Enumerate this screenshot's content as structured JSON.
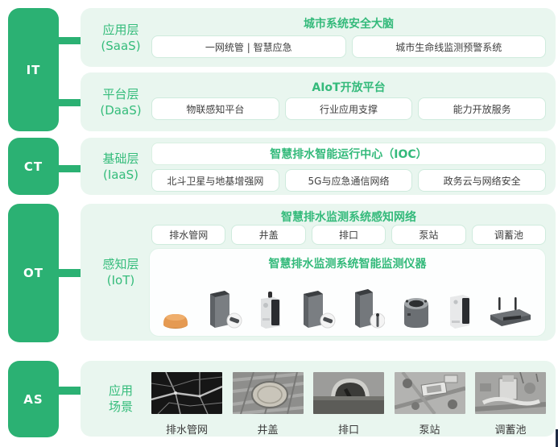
{
  "rail": {
    "items": [
      {
        "label": "IT"
      },
      {
        "label": "CT"
      },
      {
        "label": "OT"
      },
      {
        "label": "AS"
      }
    ]
  },
  "layers": {
    "saas": {
      "name": "应用层",
      "abbr": "(SaaS)",
      "heading": "城市系统安全大脑",
      "pills": [
        "一网统管 | 智慧应急",
        "城市生命线监测预警系统"
      ]
    },
    "daas": {
      "name": "平台层",
      "abbr": "(DaaS)",
      "heading": "AIoT开放平台",
      "pills": [
        "物联感知平台",
        "行业应用支撑",
        "能力开放服务"
      ]
    },
    "iaas": {
      "name": "基础层",
      "abbr": "(IaaS)",
      "heading": "智慧排水智能运行中心（IOC）",
      "pills": [
        "北斗卫星与地基增强网",
        "5G与应急通信网络",
        "政务云与网络安全"
      ]
    },
    "iot": {
      "name": "感知层",
      "abbr": "(IoT)",
      "heading": "智慧排水监测系统感知网络",
      "pills": [
        "排水管网",
        "井盖",
        "排口",
        "泵站",
        "调蓄池"
      ],
      "sub_heading": "智慧排水监测系统智能监测仪器",
      "devices": [
        "dome-sensor",
        "cabinet-sensor",
        "screen-monitor-device",
        "cabinet-sensor",
        "probe-cabinet-sensor",
        "well-cylinder-sensor",
        "wall-box-device",
        "gateway-router"
      ]
    },
    "scenes": {
      "name": "应用",
      "abbr": "场景",
      "items": [
        "排水管网",
        "井盖",
        "排口",
        "泵站",
        "调蓄池"
      ]
    }
  },
  "colors": {
    "rail_green": "#2BB173",
    "panel_bg": "#E9F6EF",
    "heading_green": "#34BA7B",
    "pill_border": "#CFEBDD",
    "pill_text": "#3F3F3F",
    "device_orange": "#E59A52"
  }
}
